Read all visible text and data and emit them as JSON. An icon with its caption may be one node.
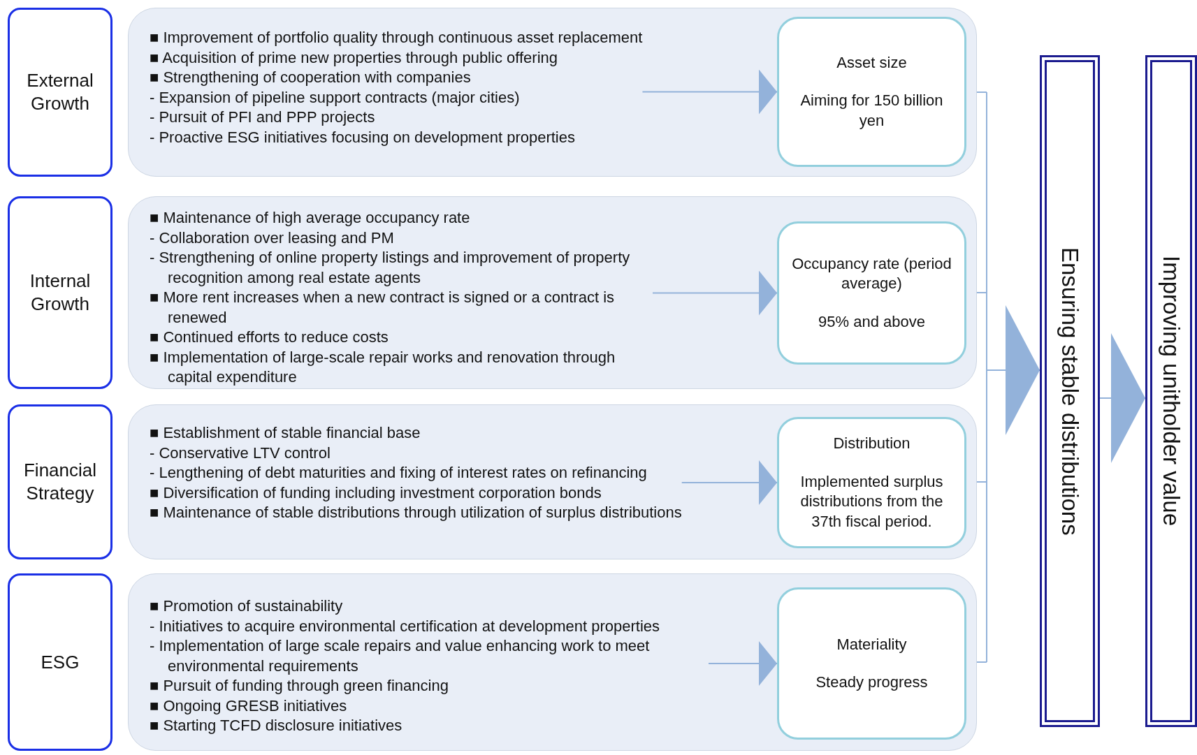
{
  "diagram": {
    "nodes": [
      {
        "text": [
          "External Growth"
        ]
      },
      {
        "text": [],
        "shape": "box"
      },
      {
        "text": [
          "■ Improvement of portfolio quality through continuous asset replacement",
          "■ Acquisition of prime new properties through public offering",
          "■ Strengthening of cooperation with companies",
          "- Expansion of pipeline support contracts (major cities)",
          "- Pursuit of PFI and PPP projects",
          "- Proactive ESG initiatives focusing on development properties"
        ],
        "in": 1
      },
      {
        "text": [
          "Asset size",
          "Aiming for 150 billion yen"
        ],
        "in": 1
      },
      {
        "text": [
          "Internal Growth"
        ]
      },
      {
        "text": [],
        "shape": "box"
      },
      {
        "text": [
          "■ Maintenance of high average occupancy rate",
          "- Collaboration over leasing and PM",
          "- Strengthening of online property listings and improvement of property recognition among real estate agents",
          "■ More rent increases when a new contract is signed or a contract is renewed",
          "■ Continued efforts to reduce costs",
          "■ Implementation of large-scale repair works and renovation through capital expenditure"
        ],
        "in": 5
      },
      {
        "text": [
          "Occupancy rate (period average)",
          "95% and above"
        ],
        "in": 5
      },
      {
        "text": [
          "Financial Strategy"
        ]
      },
      {
        "text": [],
        "shape": "box"
      },
      {
        "text": [
          "■ Establishment of stable financial base",
          "- Conservative LTV control",
          "- Lengthening of debt maturities and fixing of interest rates on refinancing",
          "■ Diversification of funding including investment corporation bonds",
          "■ Maintenance of stable distributions through utilization of surplus distributions"
        ],
        "in": 9
      },
      {
        "text": [
          "Distribution",
          "Implemented surplus distributions from the 37th fiscal period."
        ],
        "in": 9
      },
      {
        "text": [
          "ESG"
        ]
      },
      {
        "text": [],
        "shape": "box"
      },
      {
        "text": [
          "■ Promotion of sustainability",
          "- Initiatives to acquire environmental certification at development properties",
          "- Implementation of large scale repairs and value enhancing work to meet environmental requirements",
          "■ Pursuit of funding through green financing",
          "■ Ongoing GRESB initiatives",
          "■ Starting TCFD disclosure initiatives"
        ],
        "in": 13
      },
      {
        "text": [
          "Materiality",
          "Steady progress"
        ],
        "in": 13
      },
      {
        "text": [
          "Ensuring stable distributions"
        ]
      },
      {
        "text": [
          "Improving unitholder value"
        ]
      }
    ],
    "edges": [
      {
        "from": 2,
        "to": 3,
        "arrow": "to"
      },
      {
        "from": 6,
        "to": 7,
        "arrow": "to"
      },
      {
        "from": 10,
        "to": 11,
        "arrow": "to"
      },
      {
        "from": 14,
        "to": 15,
        "arrow": "to"
      },
      {
        "from": 1,
        "to": 16,
        "arrow": "to"
      },
      {
        "from": 5,
        "to": 16,
        "arrow": "to"
      },
      {
        "from": 9,
        "to": 16,
        "arrow": "to"
      },
      {
        "from": 13,
        "to": 16,
        "arrow": "to"
      },
      {
        "from": 16,
        "to": 17,
        "arrow": "to"
      }
    ]
  }
}
